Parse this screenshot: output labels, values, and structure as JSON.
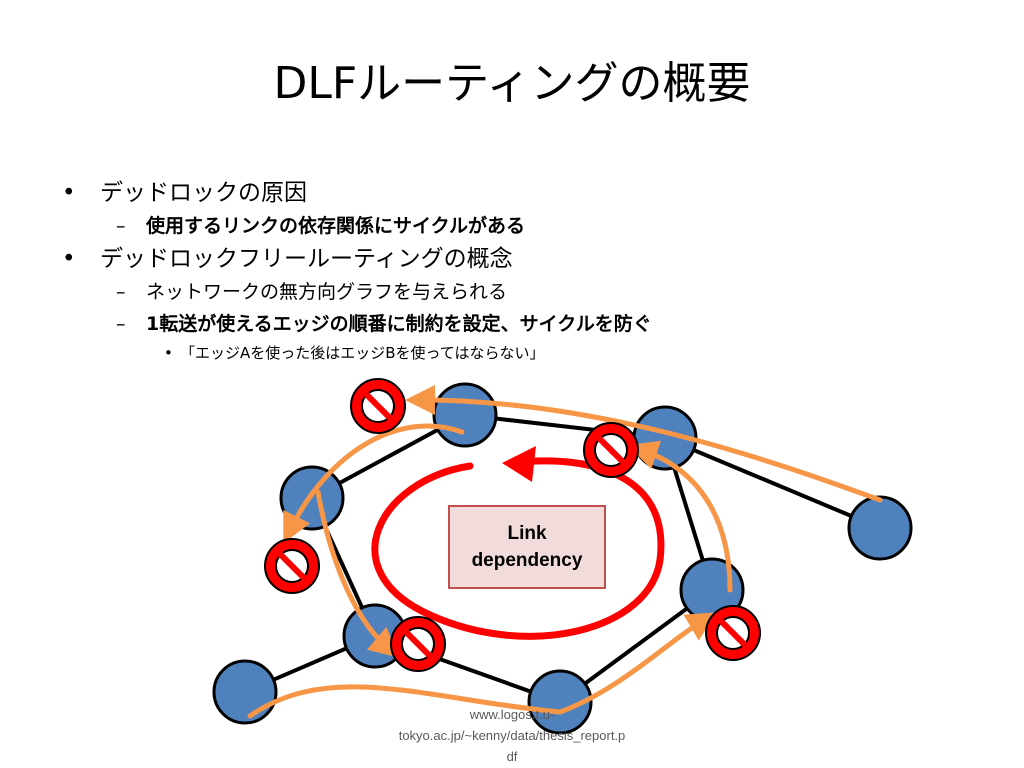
{
  "title": "DLFルーティングの概要",
  "bullets": [
    {
      "level": 1,
      "text": "デッドロックの原因",
      "bold": false
    },
    {
      "level": 2,
      "text": "使用するリンクの依存関係にサイクルがある",
      "bold": true
    },
    {
      "level": 1,
      "text": "デッドロックフリールーティングの概念",
      "bold": false
    },
    {
      "level": 2,
      "text": "ネットワークの無方向グラフを与えられる",
      "bold": false
    },
    {
      "level": 2,
      "text": "1転送が使えるエッジの順番に制約を設定、サイクルを防ぐ",
      "bold": true
    },
    {
      "level": 3,
      "text": "「エッジAを使った後はエッジBを使ってはならない」",
      "bold": false
    }
  ],
  "markers": {
    "level1": "•",
    "level2": "–",
    "level3": "•"
  },
  "diagram": {
    "link_box_line1": "Link",
    "link_box_line2": "dependency"
  },
  "colors": {
    "node_fill": "#4f81bd",
    "node_stroke": "#000000",
    "path_arrow": "#f79646",
    "cycle_arrow": "#ff0000",
    "prohibit_fill": "#ff0000",
    "link_box_fill": "#f2dcdb",
    "link_box_border": "#c0504d"
  },
  "source_lines": [
    "www.logos.t.u-",
    "tokyo.ac.jp/~kenny/data/thesis_report.p",
    "df"
  ]
}
